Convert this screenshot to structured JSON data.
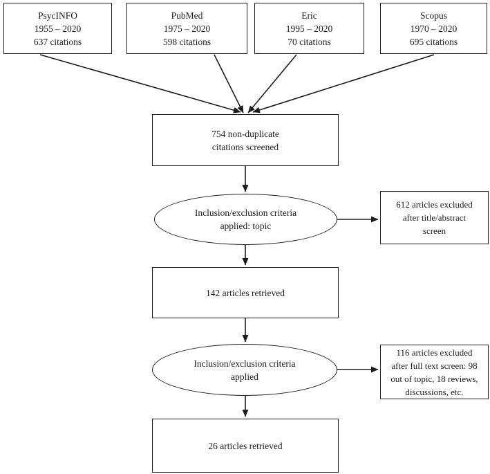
{
  "diagram": {
    "title": "literature-screening-flowchart",
    "sources": [
      {
        "name": "PsycINFO",
        "years": "1955 – 2020",
        "citations": "637 citations"
      },
      {
        "name": "PubMed",
        "years": "1975 – 2020",
        "citations": "598 citations"
      },
      {
        "name": "Eric",
        "years": "1995 – 2020",
        "citations": "70 citations"
      },
      {
        "name": "Scopus",
        "years": "1970 – 2020",
        "citations": "695 citations"
      }
    ],
    "screened": {
      "lines": [
        "754 non-duplicate",
        "citations screened"
      ]
    },
    "criteria_topic": {
      "lines": [
        "Inclusion/exclusion criteria",
        "applied: topic"
      ]
    },
    "excluded_title_abstract": {
      "lines": [
        "612 articles excluded",
        "after title/abstract",
        "screen"
      ]
    },
    "retrieved_fulltext": "142 articles retrieved",
    "criteria_fulltext": {
      "lines": [
        "Inclusion/exclusion criteria",
        "applied"
      ]
    },
    "excluded_fulltext": {
      "lines": [
        "116 articles excluded",
        "after full text screen: 98",
        "out of topic, 18 reviews,",
        "discussions, etc."
      ]
    },
    "retrieved_final": "26 articles retrieved",
    "colors": {
      "line": "#1c1c1c",
      "background": "#ffffff",
      "text": "#1c1c1c"
    }
  }
}
